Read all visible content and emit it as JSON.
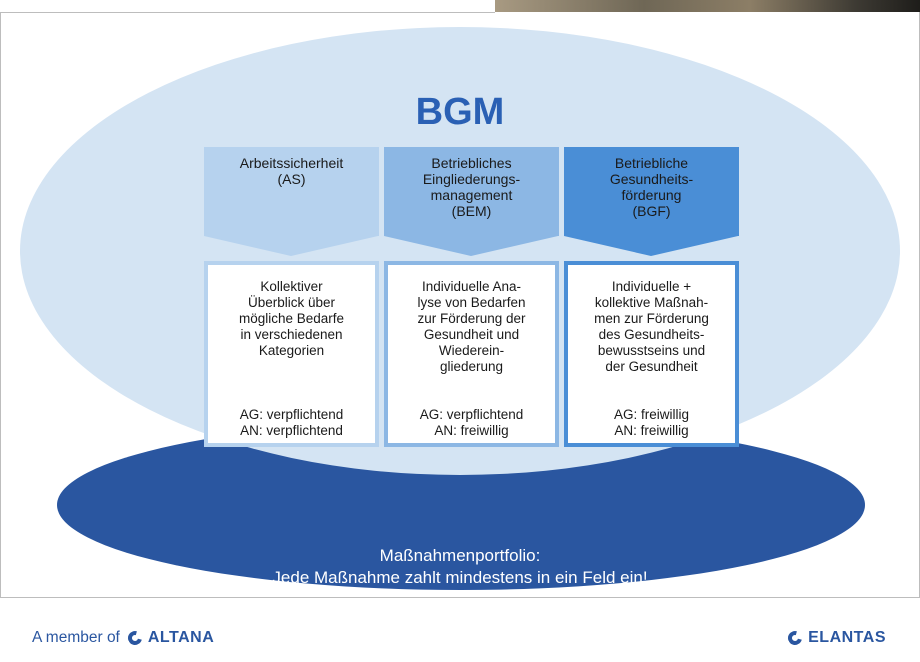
{
  "title": "BGM",
  "columns": [
    {
      "heading": [
        "Arbeitssicherheit",
        "(AS)"
      ],
      "description": [
        "Kollektiver",
        "Überblick über",
        "mögliche Bedarfe",
        "in verschiedenen",
        "Kategorien"
      ],
      "obligations": [
        "AG: verpflichtend",
        "AN: verpflichtend"
      ]
    },
    {
      "heading": [
        "Betriebliches",
        "Eingliederungs-",
        "management",
        "(BEM)"
      ],
      "description": [
        "Individuelle Ana-",
        "lyse von Bedarfen",
        "zur Förderung der",
        "Gesundheit und",
        "Wiederein-",
        "gliederung"
      ],
      "obligations": [
        "AG: verpflichtend",
        "AN: freiwillig"
      ]
    },
    {
      "heading": [
        "Betriebliche",
        "Gesundheits-",
        "förderung",
        "(BGF)"
      ],
      "description": [
        "Individuelle +",
        "kollektive Maßnah-",
        "men zur Förderung",
        "des Gesundheits-",
        "bewusstseins und",
        "der Gesundheit"
      ],
      "obligations": [
        "AG: freiwillig",
        "AN: freiwillig"
      ]
    }
  ],
  "portfolio": {
    "line1": "Maßnahmenportfolio:",
    "line2": "Jede Maßnahme zahlt mindestens in ein Feld ein!"
  },
  "footer": {
    "member_text": "A member of",
    "altana_brand": "ALTANA",
    "elantas_brand": "ELANTAS",
    "logo_icon": "crescent-ring-icon"
  },
  "colors": {
    "brand_blue": "#2a56a0",
    "title_blue": "#2a60b4",
    "ellipse_light": "#d4e4f3",
    "col_as": "#b6d2ee",
    "col_bem": "#8cb7e4",
    "col_bgf": "#4a8ed6"
  }
}
